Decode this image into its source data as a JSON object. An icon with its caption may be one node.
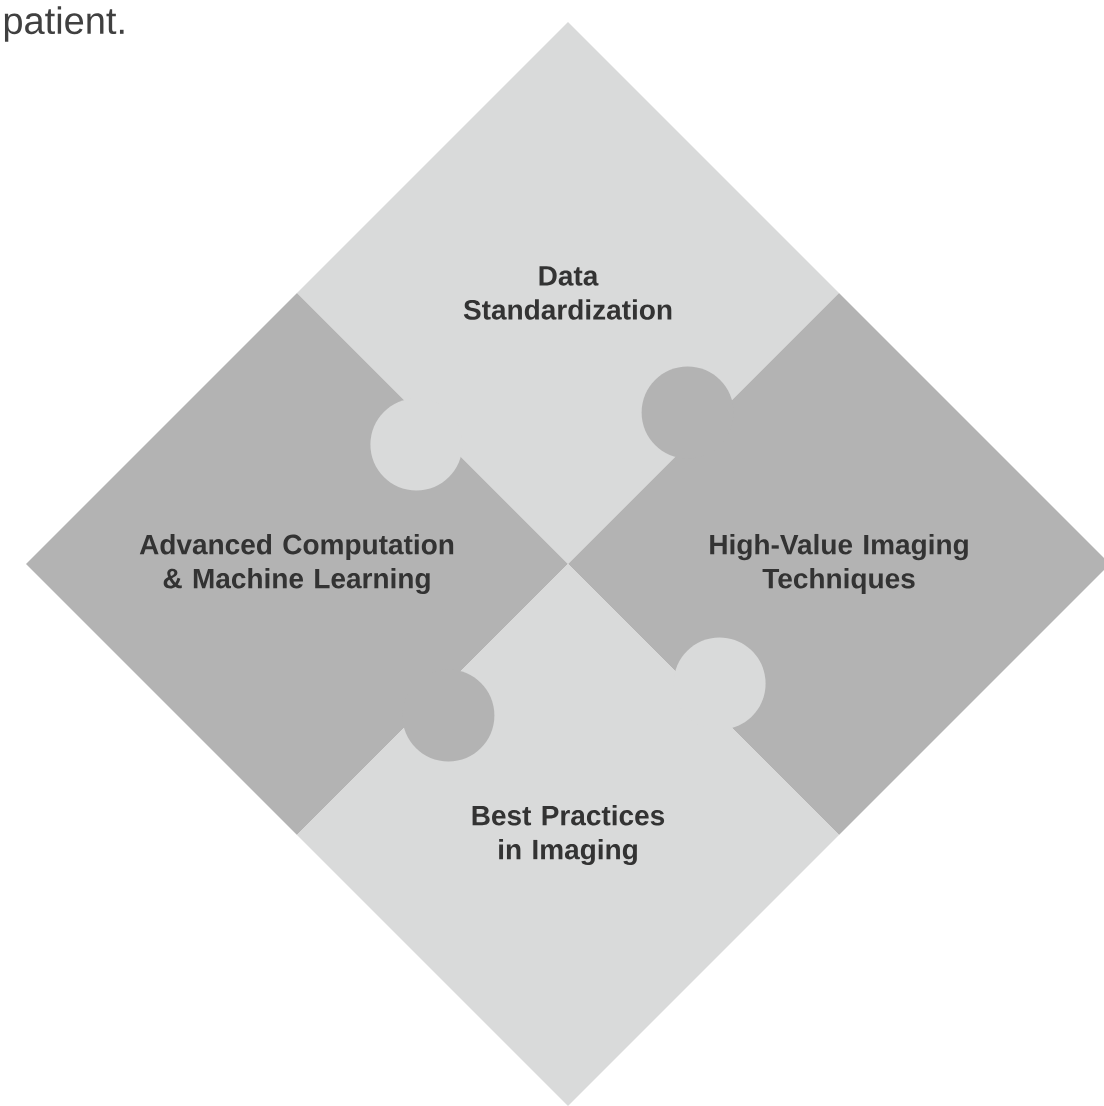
{
  "diagram": {
    "nodes": [
      {
        "text": [
          "Data Standardization"
        ]
      },
      {
        "text": [
          "Advanced Computation & Machine Learning"
        ]
      },
      {
        "text": [
          "High-Value Imaging Techniques"
        ]
      },
      {
        "text": [
          "Best Practices in Imaging"
        ]
      }
    ],
    "labels": [
      "patient."
    ]
  }
}
